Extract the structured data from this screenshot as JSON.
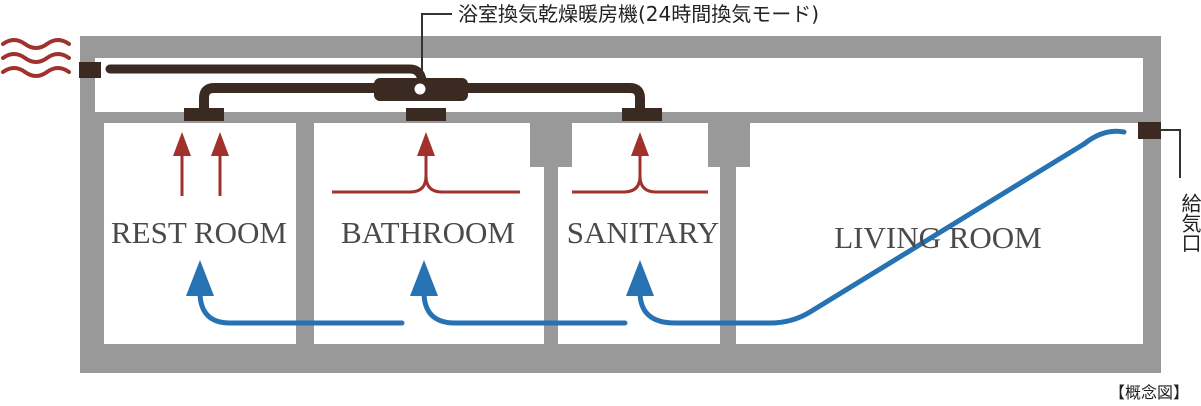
{
  "title": "浴室換気乾燥暖房機(24時間換気モード)",
  "intake_label": "給気口",
  "note": "【概念図】",
  "rooms": [
    "REST ROOM",
    "BATHROOM",
    "SANITARY",
    "LIVING ROOM"
  ],
  "colors": {
    "wall": "#999999",
    "duct": "#3b2a22",
    "exhaust": "#a0312c",
    "intake": "#2672b2"
  }
}
